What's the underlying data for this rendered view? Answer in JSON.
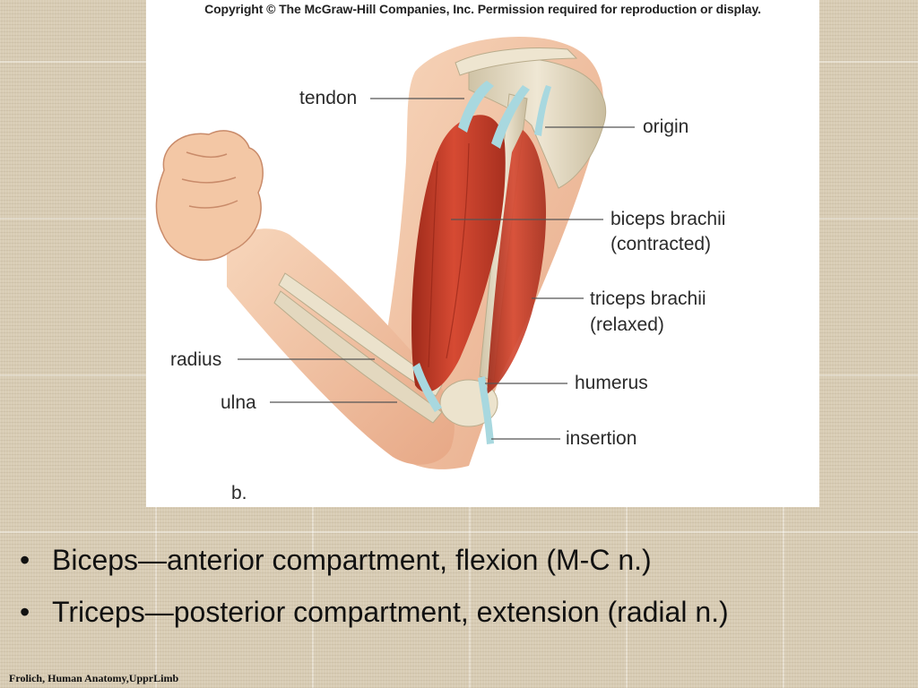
{
  "figure": {
    "copyright": "Copyright © The McGraw-Hill Companies, Inc. Permission required for reproduction or display.",
    "panel_letter": "b.",
    "labels": {
      "tendon": "tendon",
      "origin": "origin",
      "biceps_line1": "biceps brachii",
      "biceps_line2": "(contracted)",
      "triceps_line1": "triceps brachii",
      "triceps_line2": "(relaxed)",
      "radius": "radius",
      "humerus": "humerus",
      "ulna": "ulna",
      "insertion": "insertion"
    }
  },
  "bullets": [
    {
      "text": "Biceps—anterior compartment, flexion (M-C n.)"
    },
    {
      "text": "Triceps—posterior compartment, extension (radial n.)"
    }
  ],
  "bullet_symbol": "•",
  "footer": "Frolich, Human Anatomy,UpprLimb",
  "colors": {
    "muscle": "#c8402c",
    "tendon": "#a8d8df",
    "bone": "#e6dcc4",
    "skin": "#f2c6a6",
    "background": "#d8ccb4"
  }
}
